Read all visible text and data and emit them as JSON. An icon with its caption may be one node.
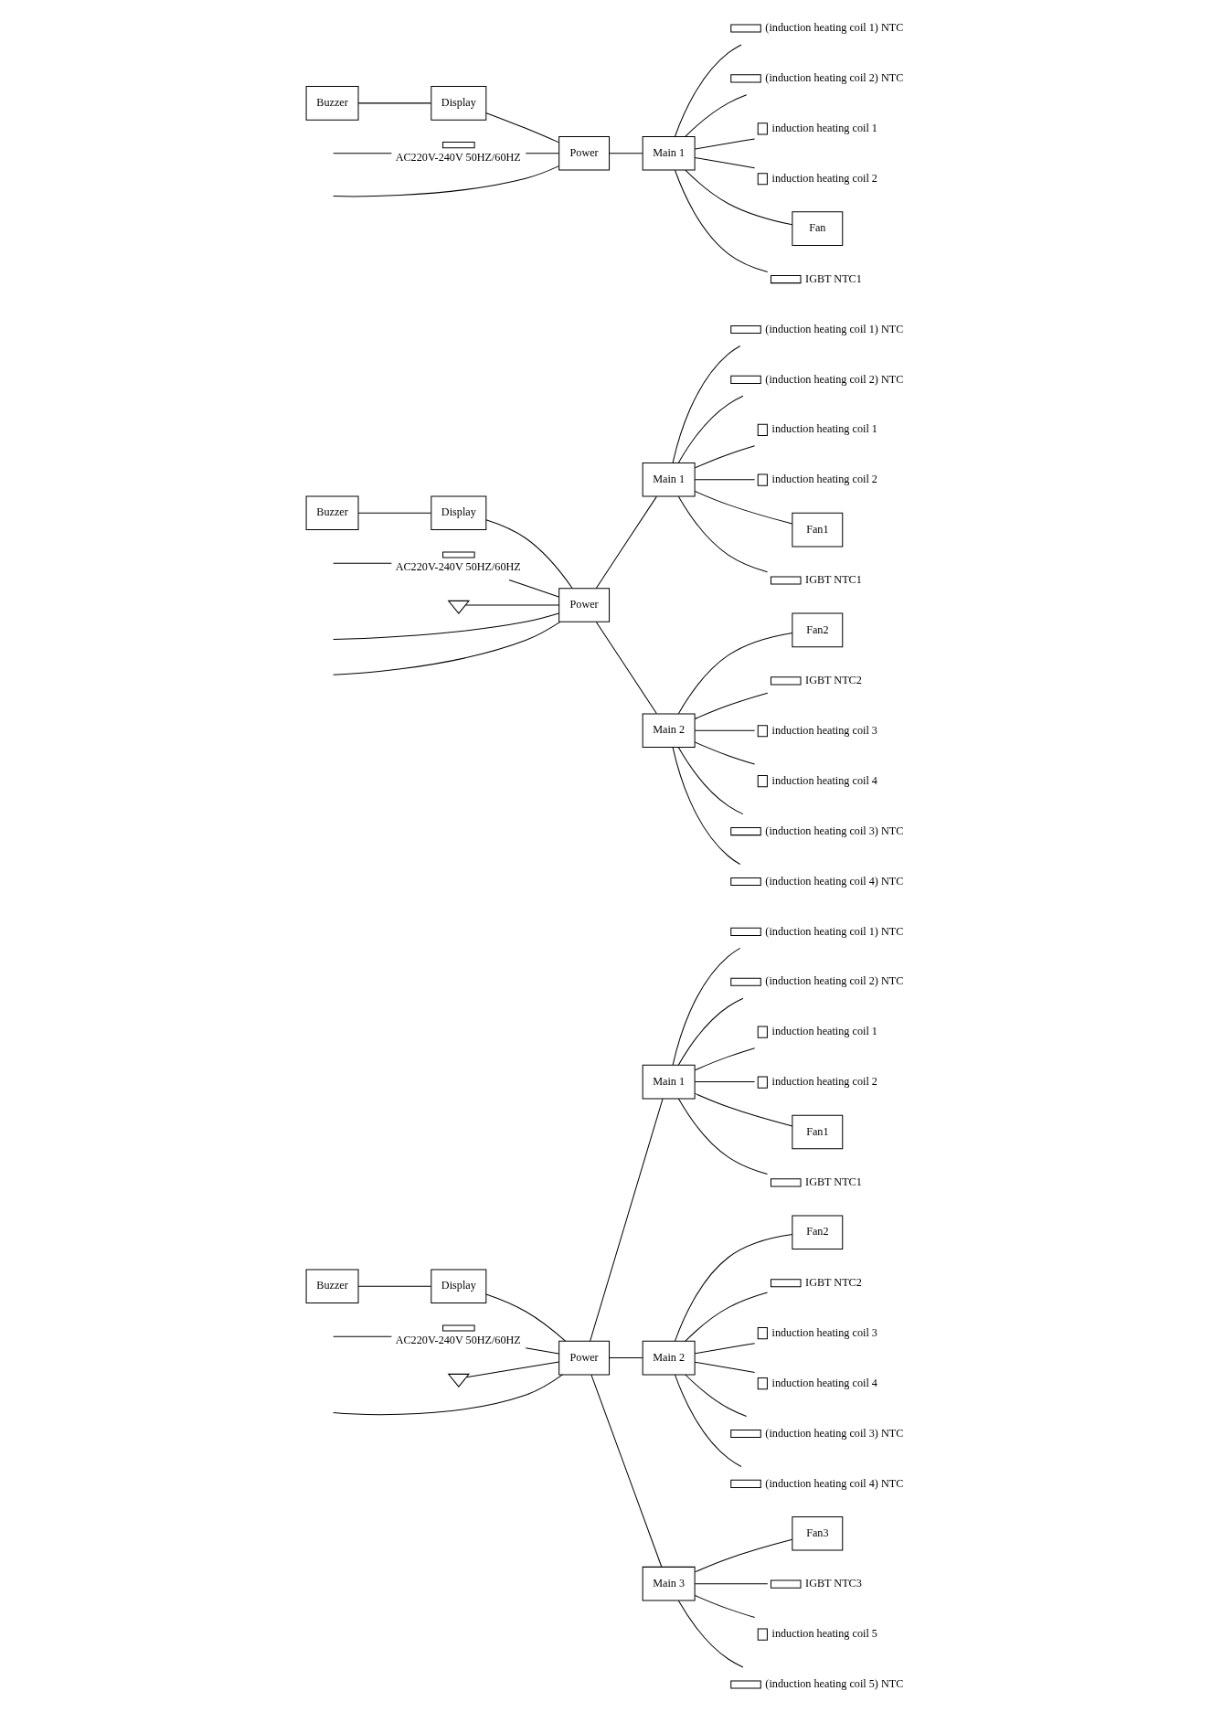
{
  "diagram": {
    "nodes": [
      {
        "text": [
          "Buzzer"
        ]
      },
      {
        "text": [
          "Display"
        ]
      },
      {
        "text": [
          "Power"
        ]
      },
      {
        "text": [
          "Main 1"
        ]
      },
      {
        "text": [],
        "shape": "thermistor",
        "beside": [
          "(induction heating coil 1) NTC"
        ]
      },
      {
        "text": [],
        "shape": "thermistor",
        "beside": [
          "(induction heating coil 2) NTC"
        ]
      },
      {
        "text": [],
        "shape": "coil",
        "beside": [
          "induction heating coil 1"
        ]
      },
      {
        "text": [],
        "shape": "coil",
        "beside": [
          "induction heating coil 2"
        ]
      },
      {
        "text": [
          "Fan"
        ]
      },
      {
        "text": [],
        "shape": "thermistor",
        "beside": [
          "IGBT NTC1"
        ]
      },
      {
        "text": [],
        "shape": "fuse",
        "beside": [
          "AC220V-240V 50HZ/60HZ"
        ]
      },
      {
        "text": [
          "Buzzer"
        ]
      },
      {
        "text": [
          "Display"
        ]
      },
      {
        "text": [
          "Power"
        ]
      },
      {
        "text": [
          "Main 1"
        ]
      },
      {
        "text": [],
        "shape": "thermistor",
        "beside": [
          "(induction heating coil 1) NTC"
        ]
      },
      {
        "text": [],
        "shape": "thermistor",
        "beside": [
          "(induction heating coil 2) NTC"
        ]
      },
      {
        "text": [],
        "shape": "coil",
        "beside": [
          "induction heating coil 1"
        ]
      },
      {
        "text": [],
        "shape": "coil",
        "beside": [
          "induction heating coil 2"
        ]
      },
      {
        "text": [
          "Fan1"
        ]
      },
      {
        "text": [],
        "shape": "thermistor",
        "beside": [
          "IGBT NTC1"
        ]
      },
      {
        "text": [
          "Main 2"
        ]
      },
      {
        "text": [
          "Fan2"
        ]
      },
      {
        "text": [],
        "shape": "thermistor",
        "beside": [
          "IGBT NTC2"
        ]
      },
      {
        "text": [],
        "shape": "coil",
        "beside": [
          "induction heating coil 3"
        ]
      },
      {
        "text": [],
        "shape": "coil",
        "beside": [
          "induction heating coil 4"
        ]
      },
      {
        "text": [],
        "shape": "thermistor",
        "beside": [
          "(induction heating coil 3) NTC"
        ]
      },
      {
        "text": [],
        "shape": "thermistor",
        "beside": [
          "(induction heating coil 4) NTC"
        ]
      },
      {
        "text": [],
        "shape": "fuse",
        "beside": [
          "AC220V-240V 50HZ/60HZ"
        ]
      },
      {
        "text": [],
        "shape": "ground"
      },
      {
        "text": [
          "Buzzer"
        ]
      },
      {
        "text": [
          "Display"
        ]
      },
      {
        "text": [
          "Power"
        ]
      },
      {
        "text": [
          "Main 1"
        ]
      },
      {
        "text": [],
        "shape": "thermistor",
        "beside": [
          "(induction heating coil 1) NTC"
        ]
      },
      {
        "text": [],
        "shape": "thermistor",
        "beside": [
          "(induction heating coil 2) NTC"
        ]
      },
      {
        "text": [],
        "shape": "coil",
        "beside": [
          "induction heating coil 1"
        ]
      },
      {
        "text": [],
        "shape": "coil",
        "beside": [
          "induction heating coil 2"
        ]
      },
      {
        "text": [
          "Fan1"
        ]
      },
      {
        "text": [],
        "shape": "thermistor",
        "beside": [
          "IGBT NTC1"
        ]
      },
      {
        "text": [
          "Main 2"
        ]
      },
      {
        "text": [
          "Fan2"
        ]
      },
      {
        "text": [],
        "shape": "thermistor",
        "beside": [
          "IGBT NTC2"
        ]
      },
      {
        "text": [],
        "shape": "coil",
        "beside": [
          "induction heating coil 3"
        ]
      },
      {
        "text": [],
        "shape": "coil",
        "beside": [
          "induction heating coil 4"
        ]
      },
      {
        "text": [],
        "shape": "thermistor",
        "beside": [
          "(induction heating coil 3) NTC"
        ]
      },
      {
        "text": [],
        "shape": "thermistor",
        "beside": [
          "(induction heating coil 4) NTC"
        ]
      },
      {
        "text": [
          "Main 3"
        ]
      },
      {
        "text": [
          "Fan3"
        ]
      },
      {
        "text": [],
        "shape": "thermistor",
        "beside": [
          "IGBT NTC3"
        ]
      },
      {
        "text": [],
        "shape": "coil",
        "beside": [
          "induction heating coil 5"
        ]
      },
      {
        "text": [],
        "shape": "thermistor",
        "beside": [
          "(induction heating coil 5) NTC"
        ]
      },
      {
        "text": [],
        "shape": "fuse",
        "beside": [
          "AC220V-240V 50HZ/60HZ"
        ]
      },
      {
        "text": [],
        "shape": "ground"
      }
    ],
    "edges": [
      {
        "from": 0,
        "to": 1,
        "arrow": "none"
      },
      {
        "from": 1,
        "to": 2,
        "arrow": "none"
      },
      {
        "from": 2,
        "to": 3,
        "arrow": "none"
      },
      {
        "from": 3,
        "to": 4,
        "arrow": "none"
      },
      {
        "from": 3,
        "to": 5,
        "arrow": "none"
      },
      {
        "from": 3,
        "to": 6,
        "arrow": "none"
      },
      {
        "from": 3,
        "to": 7,
        "arrow": "none"
      },
      {
        "from": 3,
        "to": 8,
        "arrow": "none"
      },
      {
        "from": 3,
        "to": 9,
        "arrow": "none"
      },
      {
        "from": null,
        "to": 10,
        "arrow": "none"
      },
      {
        "from": 10,
        "to": 2,
        "arrow": "none"
      },
      {
        "from": null,
        "to": 2,
        "arrow": "none"
      },
      {
        "from": 11,
        "to": 12,
        "arrow": "none"
      },
      {
        "from": 12,
        "to": 13,
        "arrow": "none"
      },
      {
        "from": 13,
        "to": 14,
        "arrow": "none"
      },
      {
        "from": 13,
        "to": 21,
        "arrow": "none"
      },
      {
        "from": 14,
        "to": 15,
        "arrow": "none"
      },
      {
        "from": 14,
        "to": 16,
        "arrow": "none"
      },
      {
        "from": 14,
        "to": 17,
        "arrow": "none"
      },
      {
        "from": 14,
        "to": 18,
        "arrow": "none"
      },
      {
        "from": 14,
        "to": 19,
        "arrow": "none"
      },
      {
        "from": 14,
        "to": 20,
        "arrow": "none"
      },
      {
        "from": 21,
        "to": 22,
        "arrow": "none"
      },
      {
        "from": 21,
        "to": 23,
        "arrow": "none"
      },
      {
        "from": 21,
        "to": 24,
        "arrow": "none"
      },
      {
        "from": 21,
        "to": 25,
        "arrow": "none"
      },
      {
        "from": 21,
        "to": 26,
        "arrow": "none"
      },
      {
        "from": 21,
        "to": 27,
        "arrow": "none"
      },
      {
        "from": null,
        "to": 28,
        "arrow": "none"
      },
      {
        "from": 28,
        "to": 13,
        "arrow": "none"
      },
      {
        "from": null,
        "to": 13,
        "arrow": "none"
      },
      {
        "from": null,
        "to": 13,
        "arrow": "none"
      },
      {
        "from": 29,
        "to": 13,
        "arrow": "none"
      },
      {
        "from": 30,
        "to": 31,
        "arrow": "none"
      },
      {
        "from": 31,
        "to": 32,
        "arrow": "none"
      },
      {
        "from": 32,
        "to": 33,
        "arrow": "none"
      },
      {
        "from": 32,
        "to": 40,
        "arrow": "none"
      },
      {
        "from": 32,
        "to": 47,
        "arrow": "none"
      },
      {
        "from": 33,
        "to": 34,
        "arrow": "none"
      },
      {
        "from": 33,
        "to": 35,
        "arrow": "none"
      },
      {
        "from": 33,
        "to": 36,
        "arrow": "none"
      },
      {
        "from": 33,
        "to": 37,
        "arrow": "none"
      },
      {
        "from": 33,
        "to": 38,
        "arrow": "none"
      },
      {
        "from": 33,
        "to": 39,
        "arrow": "none"
      },
      {
        "from": 40,
        "to": 41,
        "arrow": "none"
      },
      {
        "from": 40,
        "to": 42,
        "arrow": "none"
      },
      {
        "from": 40,
        "to": 43,
        "arrow": "none"
      },
      {
        "from": 40,
        "to": 44,
        "arrow": "none"
      },
      {
        "from": 40,
        "to": 45,
        "arrow": "none"
      },
      {
        "from": 40,
        "to": 46,
        "arrow": "none"
      },
      {
        "from": 47,
        "to": 48,
        "arrow": "none"
      },
      {
        "from": 47,
        "to": 49,
        "arrow": "none"
      },
      {
        "from": 47,
        "to": 50,
        "arrow": "none"
      },
      {
        "from": 47,
        "to": 51,
        "arrow": "none"
      },
      {
        "from": null,
        "to": 52,
        "arrow": "none"
      },
      {
        "from": 52,
        "to": 32,
        "arrow": "none"
      },
      {
        "from": null,
        "to": 32,
        "arrow": "none"
      },
      {
        "from": 53,
        "to": 32,
        "arrow": "none"
      }
    ]
  }
}
